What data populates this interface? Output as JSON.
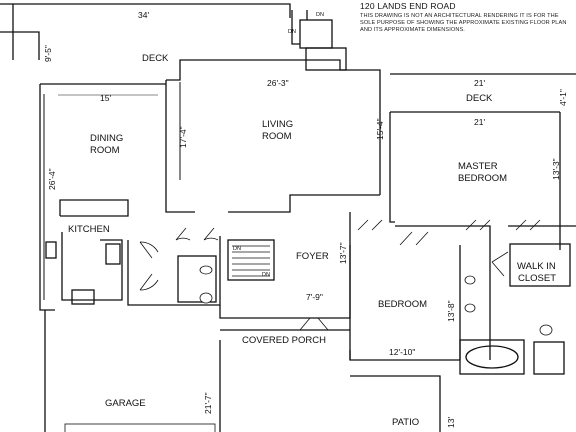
{
  "header": {
    "title": "120 LANDS END ROAD",
    "disclaimer": "THIS DRAWING IS NOT AN ARCHITECTURAL RENDERING IT IS FOR THE SOLE PURPOSE OF SHOWING THE APPROXIMATE EXISTING FLOOR PLAN AND ITS APPROXIMATE DIMENSIONS."
  },
  "rooms": {
    "deck_left": "DECK",
    "deck_right": "DECK",
    "dining_1": "DINING",
    "dining_2": "ROOM",
    "living_1": "LIVING",
    "living_2": "ROOM",
    "master_1": "MASTER",
    "master_2": "BEDROOM",
    "kitchen": "KITCHEN",
    "foyer": "FOYER",
    "walkin_1": "WALK IN",
    "walkin_2": "CLOSET",
    "bedroom": "BEDROOM",
    "covered_porch": "COVERED PORCH",
    "garage": "GARAGE",
    "patio": "PATIO"
  },
  "dimensions": {
    "deck_width": "34'",
    "deck_depth": "9'-5\"",
    "living_width": "26'-3\"",
    "living_depth_left": "17'-4\"",
    "living_depth_right": "15'-4\"",
    "dining_width": "15'",
    "dining_depth": "26'-4\"",
    "deck_right_width": "21'",
    "deck_right_depth": "4'-1\"",
    "master_width": "21'",
    "master_depth": "13'-3\"",
    "foyer_depth": "13'-7\"",
    "foyer_width": "7'-9\"",
    "bedroom_depth": "13'-8\"",
    "bedroom_width": "12'-10\"",
    "garage_depth": "21'-7\"",
    "patio_depth": "13'"
  },
  "stairs": {
    "dn_top": "DN",
    "dn_left": "DN",
    "dn_stair_1": "DN",
    "dn_stair_2": "DN"
  }
}
